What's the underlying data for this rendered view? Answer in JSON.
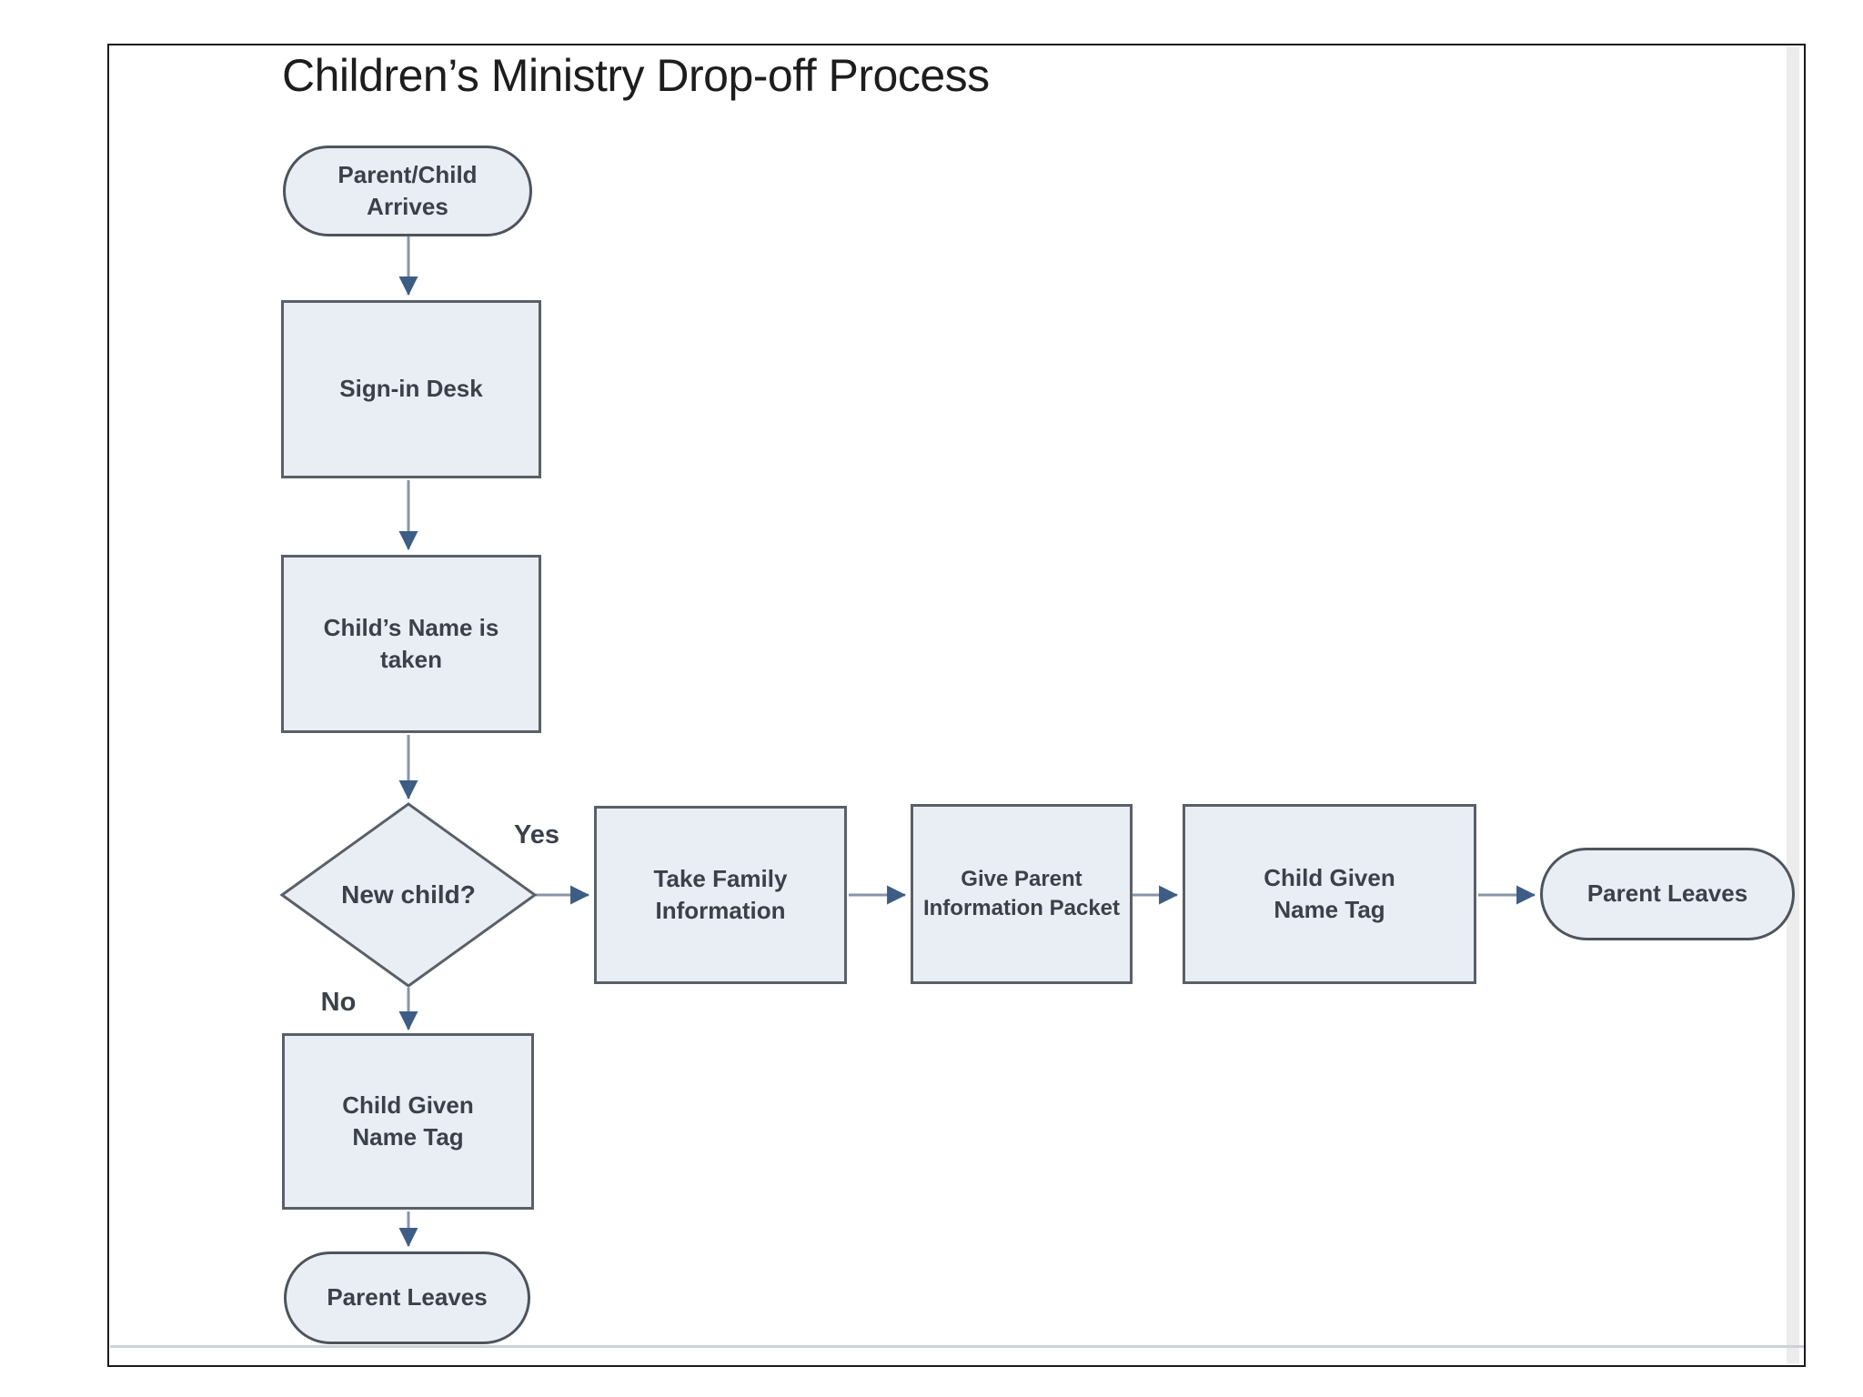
{
  "diagram": {
    "title": "Children’s Ministry Drop-off Process",
    "nodes": {
      "start": "Parent/Child\nArrives",
      "sign_in": "Sign-in Desk",
      "child_name": "Child’s Name is\ntaken",
      "decision": "New child?",
      "take_family": "Take Family\nInformation",
      "give_packet": "Give Parent\nInformation Packet",
      "name_tag_yes": "Child Given\nName Tag",
      "parent_leaves_yes": "Parent Leaves",
      "name_tag_no": "Child Given\nName Tag",
      "parent_leaves_no": "Parent Leaves"
    },
    "edge_labels": {
      "yes": "Yes",
      "no": "No"
    },
    "edges": [
      {
        "from": "start",
        "to": "sign_in"
      },
      {
        "from": "sign_in",
        "to": "child_name"
      },
      {
        "from": "child_name",
        "to": "decision"
      },
      {
        "from": "decision",
        "to": "take_family",
        "label": "Yes"
      },
      {
        "from": "take_family",
        "to": "give_packet"
      },
      {
        "from": "give_packet",
        "to": "name_tag_yes"
      },
      {
        "from": "name_tag_yes",
        "to": "parent_leaves_yes"
      },
      {
        "from": "decision",
        "to": "name_tag_no",
        "label": "No"
      },
      {
        "from": "name_tag_no",
        "to": "parent_leaves_no"
      }
    ]
  },
  "colors": {
    "node_fill": "#e9edf4",
    "node_border": "#5a6067",
    "terminator_border": "#4d545c",
    "arrow_line": "#8796a6",
    "arrow_head": "#3e5d84",
    "node_text": "#3b414a",
    "title_text": "#1d1d1d",
    "frame_border": "#1a1a1a",
    "footer_line": "#cfd2d5",
    "right_band": "#ececec"
  }
}
